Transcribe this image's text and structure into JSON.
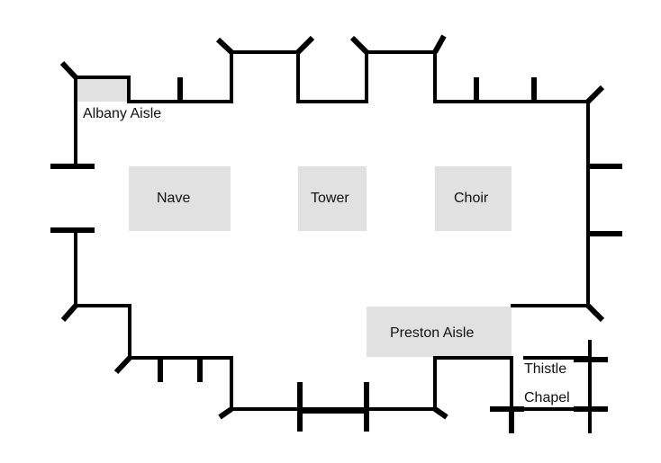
{
  "colors": {
    "wall": "#000000",
    "room_fill": "#e1e1e1",
    "background": "#ffffff"
  },
  "rooms": {
    "albany_aisle": "Albany Aisle",
    "nave": "Nave",
    "tower": "Tower",
    "choir": "Choir",
    "preston_aisle": "Preston Aisle",
    "thistle": "Thistle",
    "chapel": "Chapel"
  }
}
